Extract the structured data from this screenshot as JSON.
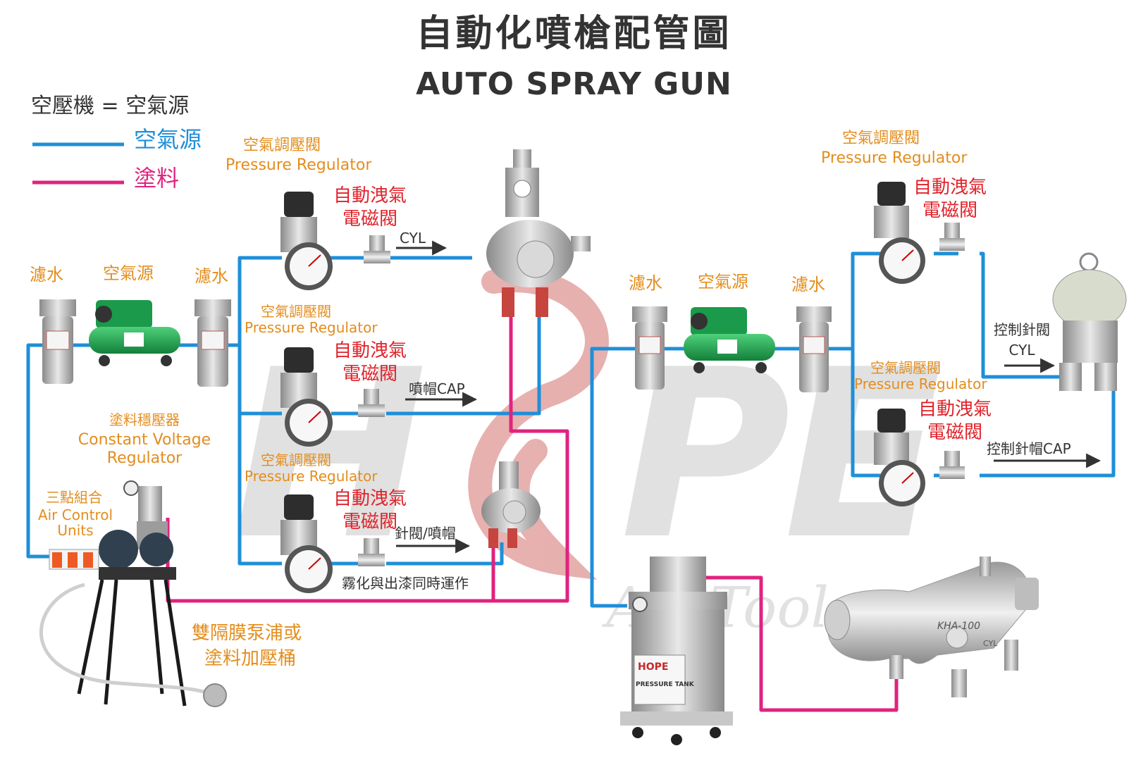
{
  "title_zh": "自動化噴槍配管圖",
  "title_en": "AUTO SPRAY GUN",
  "legend": {
    "compressor_eq": "空壓機 = 空氣源",
    "air_label": "空氣源",
    "paint_label": "塗料"
  },
  "colors": {
    "air_line": "#1f8fd8",
    "paint_line": "#e0237f",
    "label_orange": "#e38d1d",
    "label_red": "#e0232b",
    "watermark": "#c8c8c8"
  },
  "watermark": {
    "brand": "HOPE",
    "sub": "Air Tools"
  },
  "left": {
    "filter_left": "濾水",
    "air_source": "空氣源",
    "filter_right": "濾水",
    "paint_regulator_zh": "塗料穩壓器",
    "paint_regulator_en_1": "Constant Voltage",
    "paint_regulator_en_2": "Regulator",
    "acu_zh": "三點組合",
    "acu_en_1": "Air Control",
    "acu_en_2": "Units",
    "pump_1": "雙隔膜泵浦或",
    "pump_2": "塗料加壓桶",
    "reg1_zh": "空氣調壓閥",
    "reg1_en": "Pressure Regulator",
    "sol1_1": "自動洩氣",
    "sol1_2": "電磁閥",
    "arrow1": "CYL",
    "reg2_zh": "空氣調壓閥",
    "reg2_en": "Pressure Regulator",
    "sol2_1": "自動洩氣",
    "sol2_2": "電磁閥",
    "arrow2": "噴帽CAP",
    "reg3_zh": "空氣調壓閥",
    "reg3_en": "Pressure Regulator",
    "sol3_1": "自動洩氣",
    "sol3_2": "電磁閥",
    "arrow3": "針閥/噴帽",
    "simultaneous": "霧化與出漆同時運作"
  },
  "right": {
    "filter_left": "濾水",
    "air_source": "空氣源",
    "filter_right": "濾水",
    "reg1_zh": "空氣調壓閥",
    "reg1_en": "Pressure Regulator",
    "sol1_1": "自動洩氣",
    "sol1_2": "電磁閥",
    "ctrl1_1": "控制針閥",
    "ctrl1_2": "CYL",
    "reg2_zh": "空氣調壓閥",
    "reg2_en": "Pressure Regulator",
    "sol2_1": "自動洩氣",
    "sol2_2": "電磁閥",
    "ctrl2": "控制針帽CAP",
    "tank_brand": "HOPE",
    "tank_text": "PRESSURE TANK",
    "gun_model": "KHA-100",
    "gun_port": "CYL"
  }
}
